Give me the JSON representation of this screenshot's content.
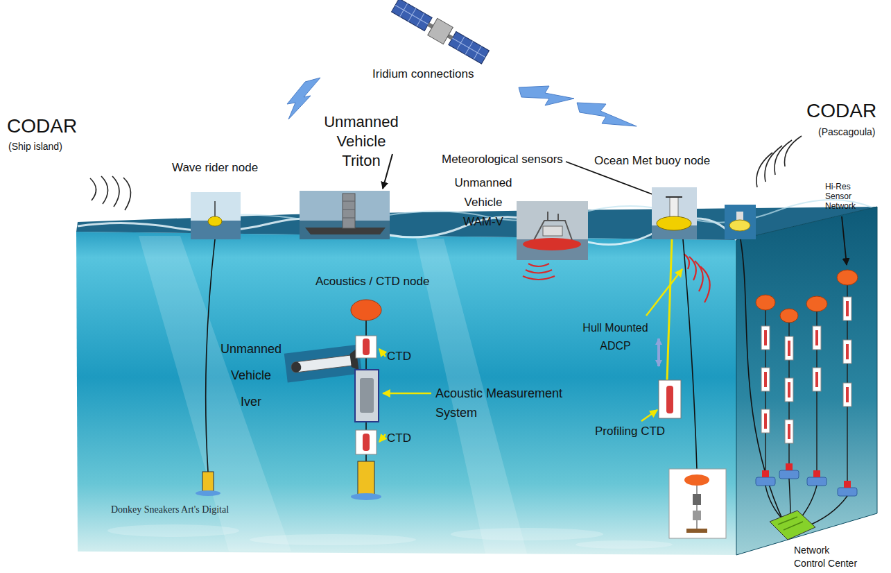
{
  "diagram": {
    "labels": [
      "Iridium connections",
      "CODAR",
      "(Ship island)",
      "Unmanned Vehicle Triton",
      "CODAR",
      "(Pascagoula)",
      "Wave rider node",
      "Meteorological sensors",
      "Ocean Met buoy node",
      "Unmanned Vehicle WAM-V",
      "Hi-Res Sensor Network",
      "Acoustics / CTD node",
      "Unmanned Vehicle Iver",
      "CTD",
      "Acoustic Measurement System",
      "Hull Mounted ADCP",
      "CTD",
      "Profiling CTD",
      "Donkey Sneakers Art's Digital",
      "Network Control Center"
    ]
  }
}
